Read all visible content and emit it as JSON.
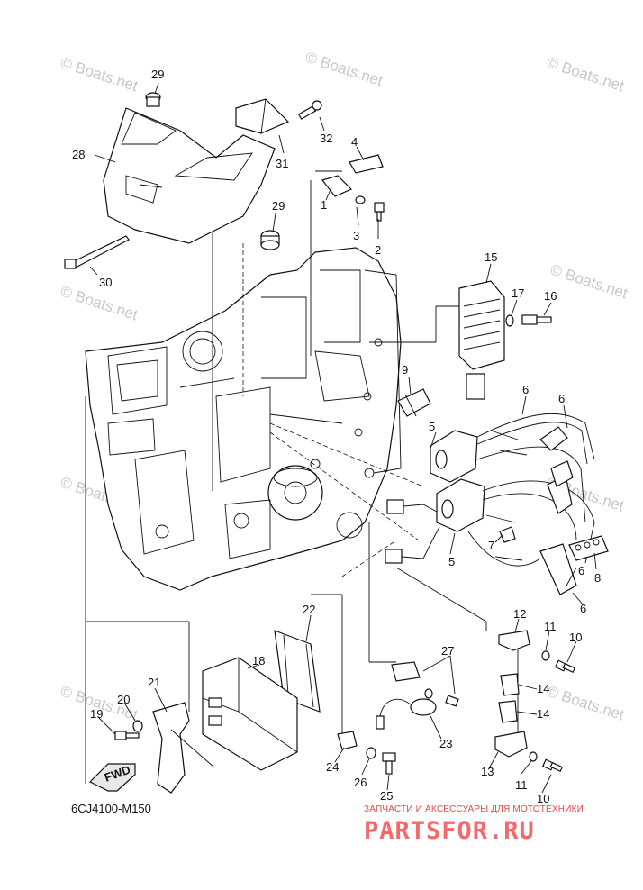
{
  "diagram_code": "6CJ4100-M150",
  "watermark": "© Boats.net",
  "direction_label": "FWD",
  "brand": {
    "tagline": "ЗАПЧАСТИ И АКСЕССУАРЫ ДЛЯ МОТОТЕХНИКИ",
    "logo": "PARTSFOR.RU"
  },
  "callouts": [
    "29",
    "28",
    "32",
    "4",
    "31",
    "1",
    "3",
    "2",
    "29",
    "30",
    "15",
    "17",
    "16",
    "9",
    "6",
    "6",
    "5",
    "7",
    "8",
    "6",
    "6",
    "5",
    "12",
    "11",
    "10",
    "27",
    "14",
    "14",
    "23",
    "13",
    "11",
    "10",
    "22",
    "18",
    "21",
    "20",
    "19",
    "24",
    "26",
    "25"
  ]
}
